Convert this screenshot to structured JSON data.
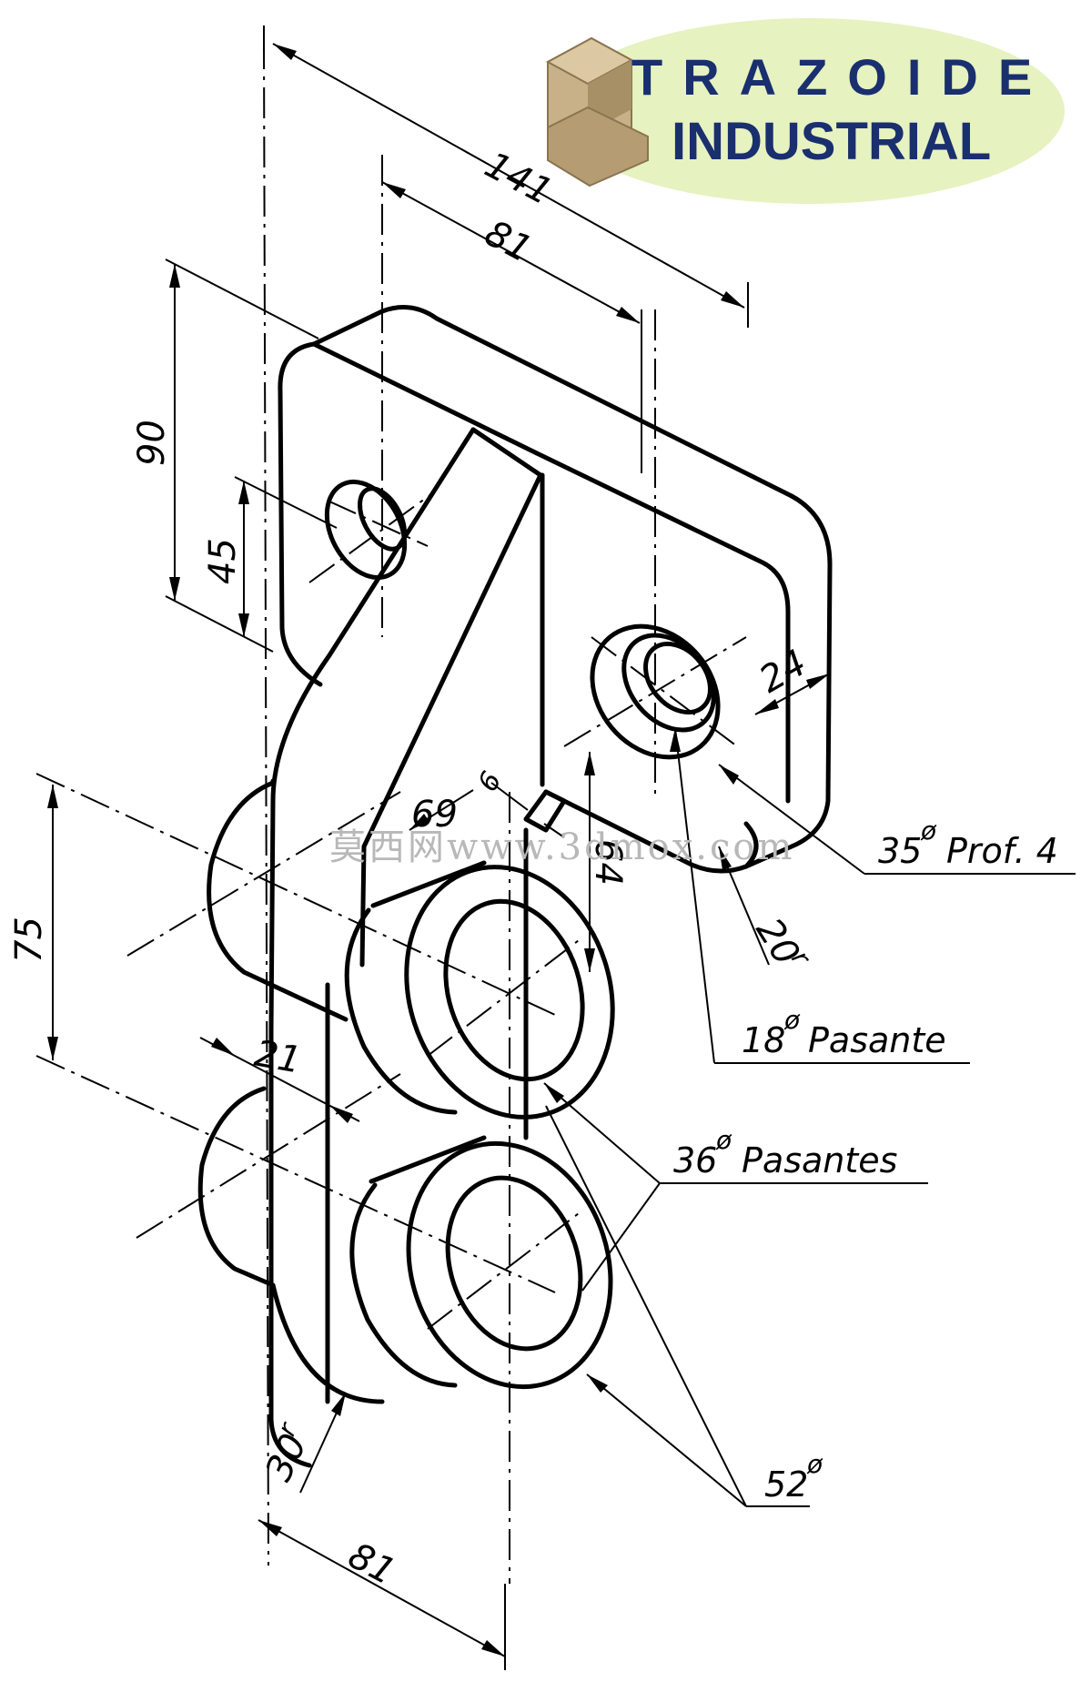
{
  "logo": {
    "line1": "TRAZOIDE",
    "line2": "INDUSTRIAL",
    "text_color": "#1a2f6e",
    "ellipse_color": "#e6f2c0",
    "block_color": "#c8b089"
  },
  "watermark": "莫西网www.3dmox.com",
  "dimensions": {
    "d141": "141",
    "d81_top": "81",
    "d90": "90",
    "d45": "45",
    "d24": "24",
    "d6": "6",
    "d69": "69",
    "d64": "64",
    "d75": "75",
    "d21": "21",
    "d30r": "30",
    "d30r_sup": "r",
    "d81_bottom": "81",
    "d20r": "20",
    "d20r_sup": "r"
  },
  "notes": {
    "n35": "35",
    "n35_text": "Prof. 4",
    "n18": "18",
    "n18_text": "Pasante",
    "n36": "36",
    "n36_text": "Pasantes",
    "n52": "52",
    "diameter_symbol": "ø"
  }
}
